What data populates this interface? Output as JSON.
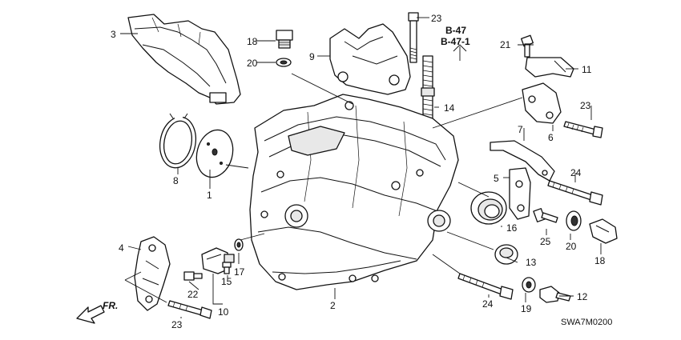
{
  "callouts": {
    "c1": "1",
    "c2": "2",
    "c3": "3",
    "c4": "4",
    "c5": "5",
    "c6": "6",
    "c7": "7",
    "c8": "8",
    "c9": "9",
    "c10": "10",
    "c11": "11",
    "c12": "12",
    "c13": "13",
    "c14": "14",
    "c15": "15",
    "c16": "16",
    "c17": "17",
    "c18a": "18",
    "c18b": "18",
    "c19": "19",
    "c20a": "20",
    "c20b": "20",
    "c21": "21",
    "c22": "22",
    "c23a": "23",
    "c23b": "23",
    "c23c": "23",
    "c24a": "24",
    "c24b": "24",
    "c25": "25"
  },
  "references": {
    "ref1": "B-47",
    "ref2": "B-47-1"
  },
  "front_label": "FR.",
  "diagram_code": "SWA7M0200"
}
